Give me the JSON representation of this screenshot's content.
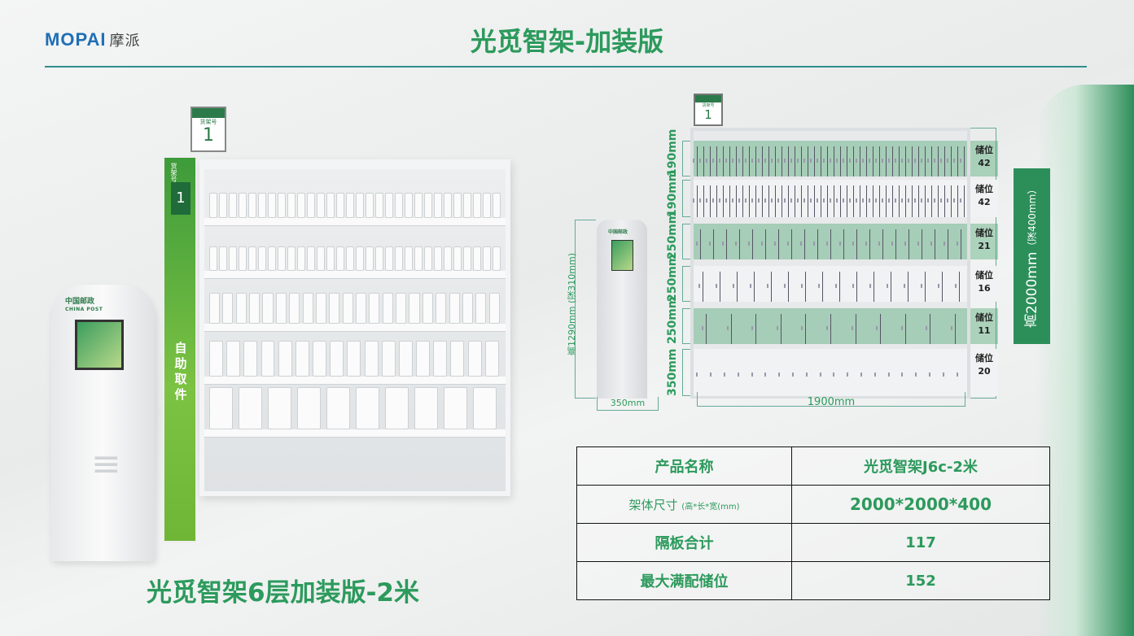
{
  "header": {
    "logo_text": "MOPAI",
    "logo_cn": "摩派",
    "title": "光觅智架-加装版"
  },
  "left": {
    "caption": "光觅智架6层加装版-2米",
    "kiosk_brand": "中国邮政",
    "kiosk_brand_en": "CHINA POST",
    "panel_top": "货架号",
    "panel_number": "1",
    "panel_text": "自助取件",
    "sign_label": "货架号",
    "sign_number": "1"
  },
  "diagram": {
    "sign_number": "1",
    "sign_label": "货架号",
    "rows": [
      {
        "height": "190mm",
        "label": "储位",
        "count": "42",
        "dividers": 42,
        "green": true
      },
      {
        "height": "190mm",
        "label": "储位",
        "count": "42",
        "dividers": 42,
        "green": false
      },
      {
        "height": "250mm",
        "label": "储位",
        "count": "21",
        "dividers": 21,
        "green": true
      },
      {
        "height": "250mm",
        "label": "储位",
        "count": "16",
        "dividers": 16,
        "green": false
      },
      {
        "height": "250mm",
        "label": "储位",
        "count": "11",
        "dividers": 11,
        "green": true
      },
      {
        "height": "350mm",
        "label": "储位",
        "count": "20",
        "dividers": 0,
        "green": false
      }
    ],
    "width_label": "1900mm",
    "height_label": "高2000mm",
    "depth_label": "（深400mm）",
    "kiosk_height": "高1290mm (深310mm)",
    "kiosk_width": "350mm",
    "kiosk_brand": "中国邮政"
  },
  "spec_table": [
    {
      "key": "产品名称",
      "key_note": "",
      "value": "光觅智架J6c-2米"
    },
    {
      "key": "架体尺寸",
      "key_note": "(高*长*宽(mm)",
      "value": "2000*2000*400"
    },
    {
      "key": "隔板合计",
      "key_note": "",
      "value": "117"
    },
    {
      "key": "最大满配储位",
      "key_note": "",
      "value": "152"
    }
  ],
  "colors": {
    "accent": "#2c9a5c",
    "rule": "#2f8f8a",
    "logo": "#1f6fb5"
  }
}
